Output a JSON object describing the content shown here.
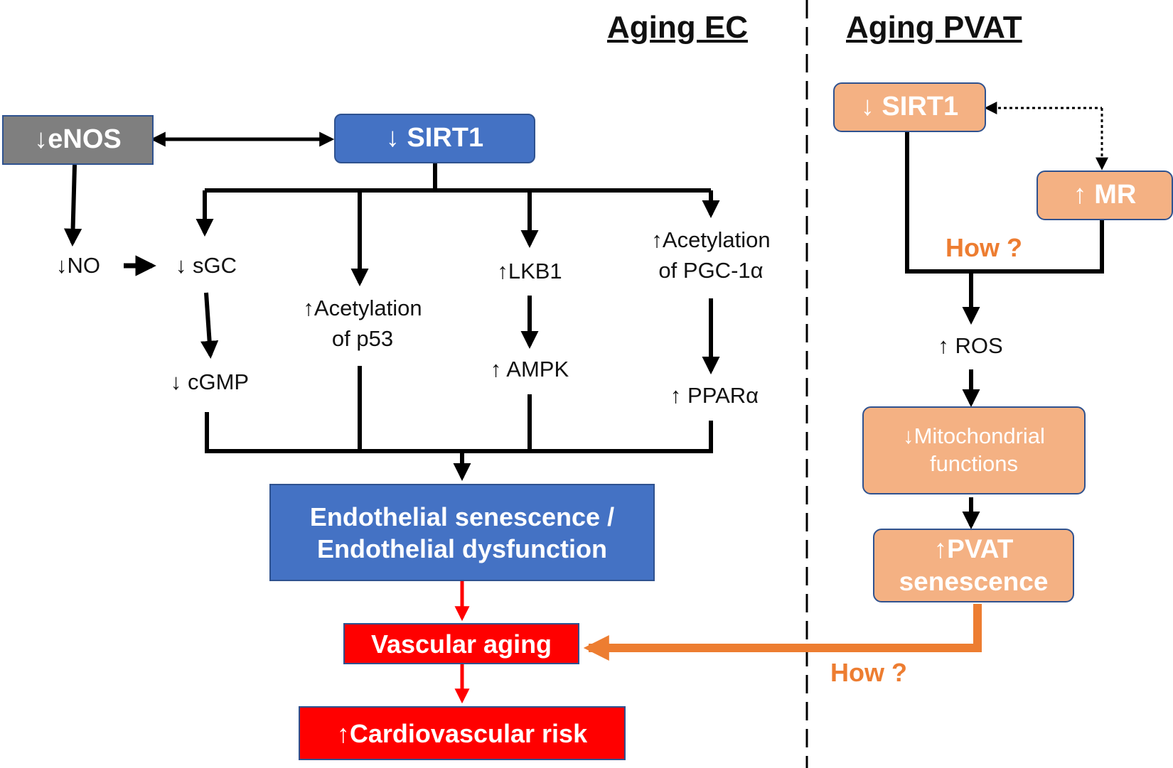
{
  "headers": {
    "aging_ec": "Aging EC",
    "aging_pvat": "Aging PVAT"
  },
  "ec": {
    "enos": "↓eNOS",
    "sirt1": "↓ SIRT1",
    "no": "↓NO",
    "sgc": "↓ sGC",
    "cgmp": "↓ cGMP",
    "p53_line1": "↑Acetylation",
    "p53_line2": "of p53",
    "lkb1": "↑LKB1",
    "ampk": "↑ AMPK",
    "pgc_line1": "↑Acetylation",
    "pgc_line2": "of PGC-1α",
    "ppar": "↑ PPARα",
    "senescence_line1": "Endothelial senescence /",
    "senescence_line2": "Endothelial dysfunction",
    "vascular_aging": "Vascular aging",
    "cv_risk": "↑Cardiovascular risk"
  },
  "pvat": {
    "sirt1": "↓ SIRT1",
    "mr": "↑ MR",
    "how_top": "How ?",
    "ros": "↑ ROS",
    "mito_line1": "↓Mitochondrial",
    "mito_line2": "functions",
    "pvat_line1": "↑PVAT",
    "pvat_line2": "senescence",
    "how_bottom": "How ?"
  },
  "colors": {
    "blue_box": "#4472C4",
    "gray_box": "#7F7F7F",
    "orange_box": "#F4B183",
    "orange_text": "#ED7D31",
    "red_box": "#FF0000",
    "border": "#2F528F"
  }
}
